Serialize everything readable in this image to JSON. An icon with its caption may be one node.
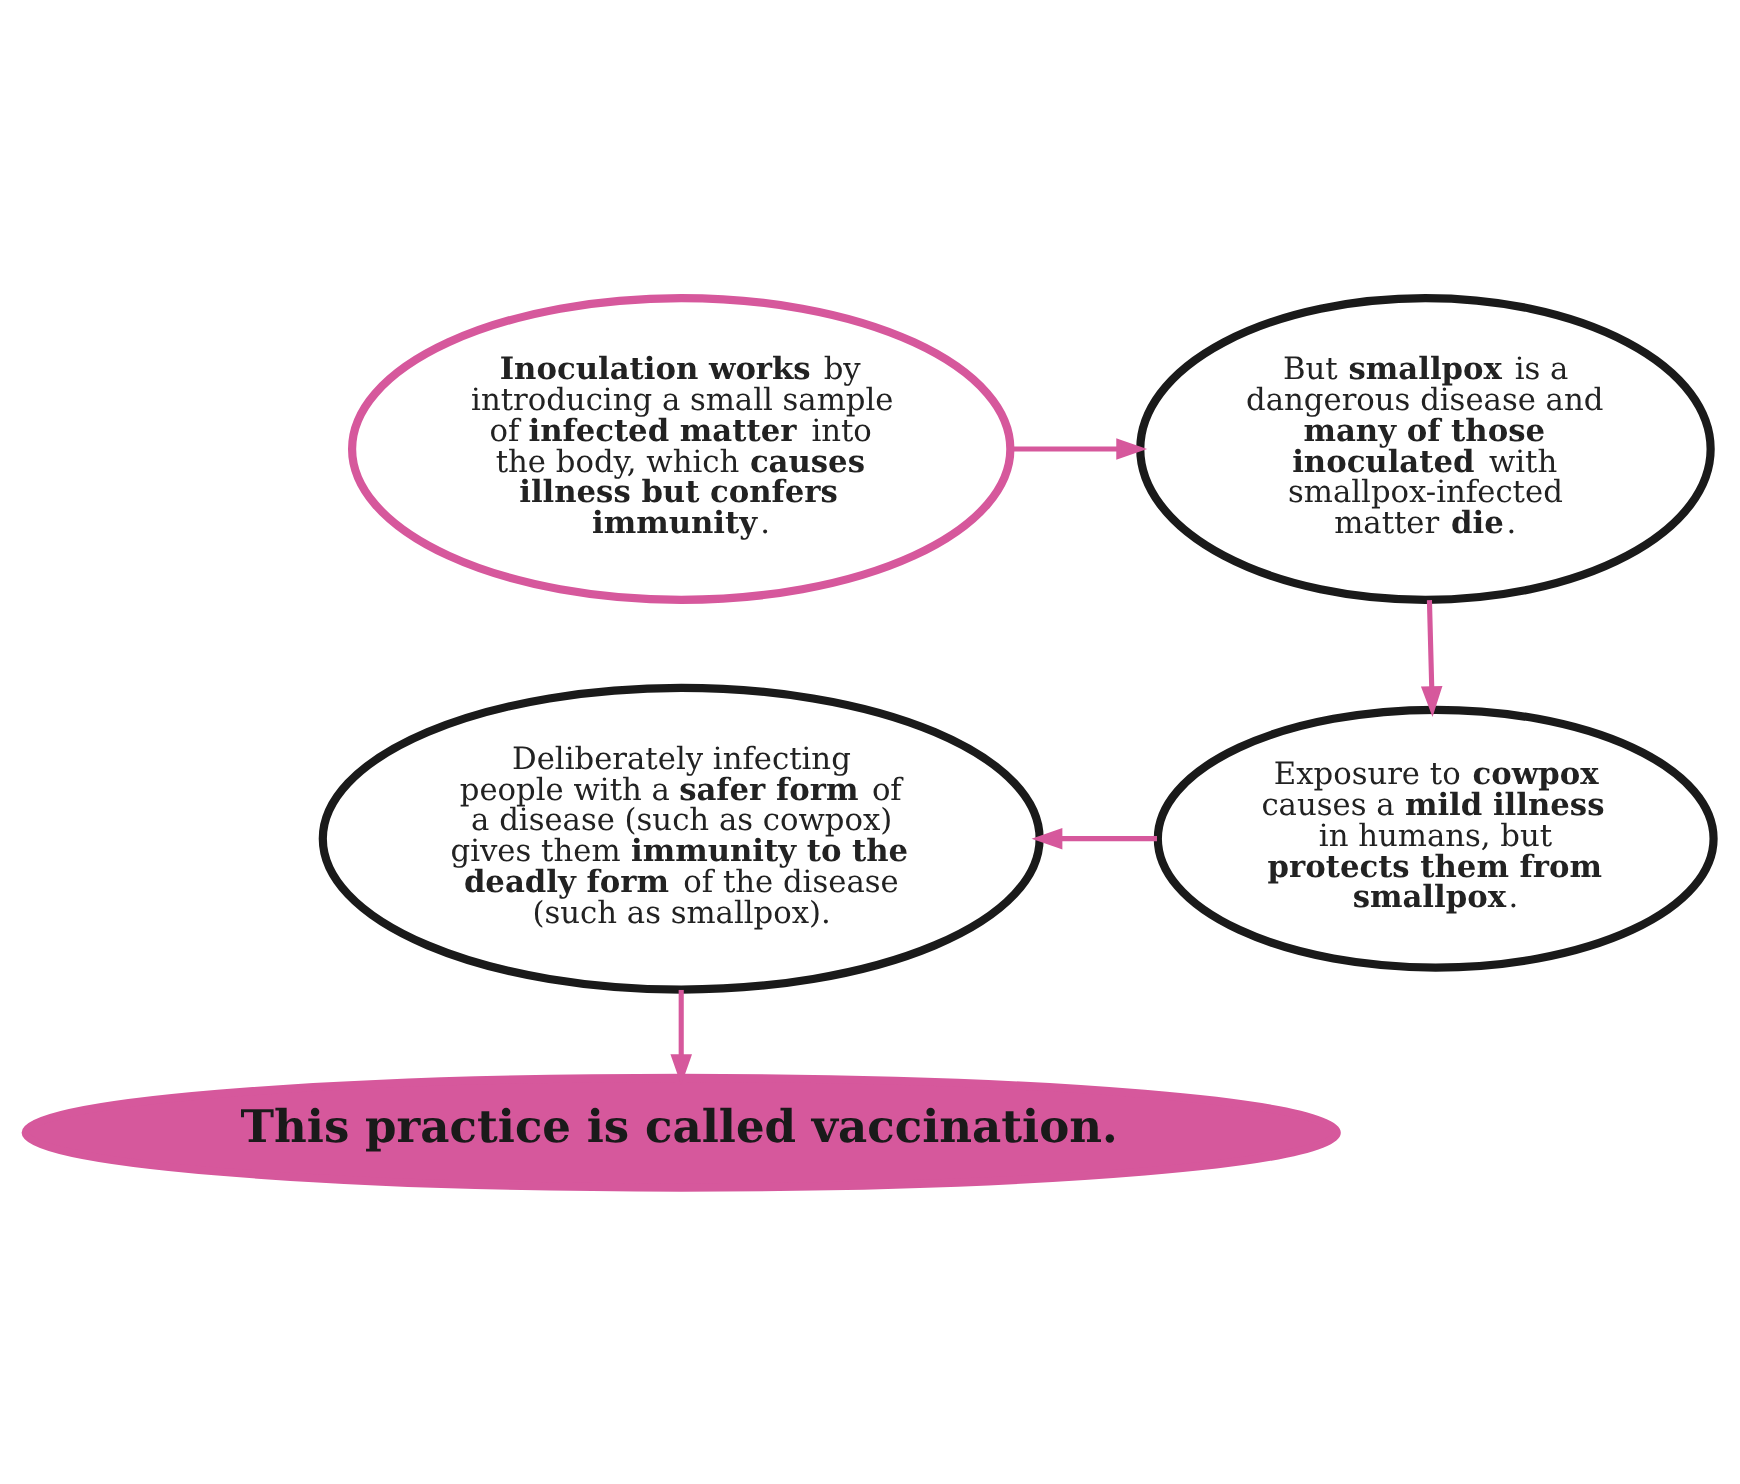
{
  "diagram": {
    "nodes": [
      {
        "text": [
          "**Inoculation works** by introducing a small sample of **infected matter** into the body, which **causes illness but confers immunity**."
        ]
      },
      {
        "text": [
          "But **smallpox** is a dangerous disease and **many of those inoculated** with smallpox-infected matter **die**."
        ]
      },
      {
        "text": [
          "Exposure to **cowpox** causes a **mild illness** in humans, but **protects them from smallpox**."
        ]
      },
      {
        "text": [
          "Deliberately infecting people with a **safer form** of a disease (such as cowpox) gives them **immunity to the deadly form** of the disease (such as smallpox)."
        ]
      },
      {
        "text": [
          "This practice is called vaccination."
        ]
      }
    ],
    "edges": [
      {
        "from": 0,
        "to": 1,
        "arrow": "to"
      },
      {
        "from": 1,
        "to": 2,
        "arrow": "to"
      },
      {
        "from": 2,
        "to": 3,
        "arrow": "to"
      },
      {
        "from": 3,
        "to": 4,
        "arrow": "to"
      }
    ]
  }
}
